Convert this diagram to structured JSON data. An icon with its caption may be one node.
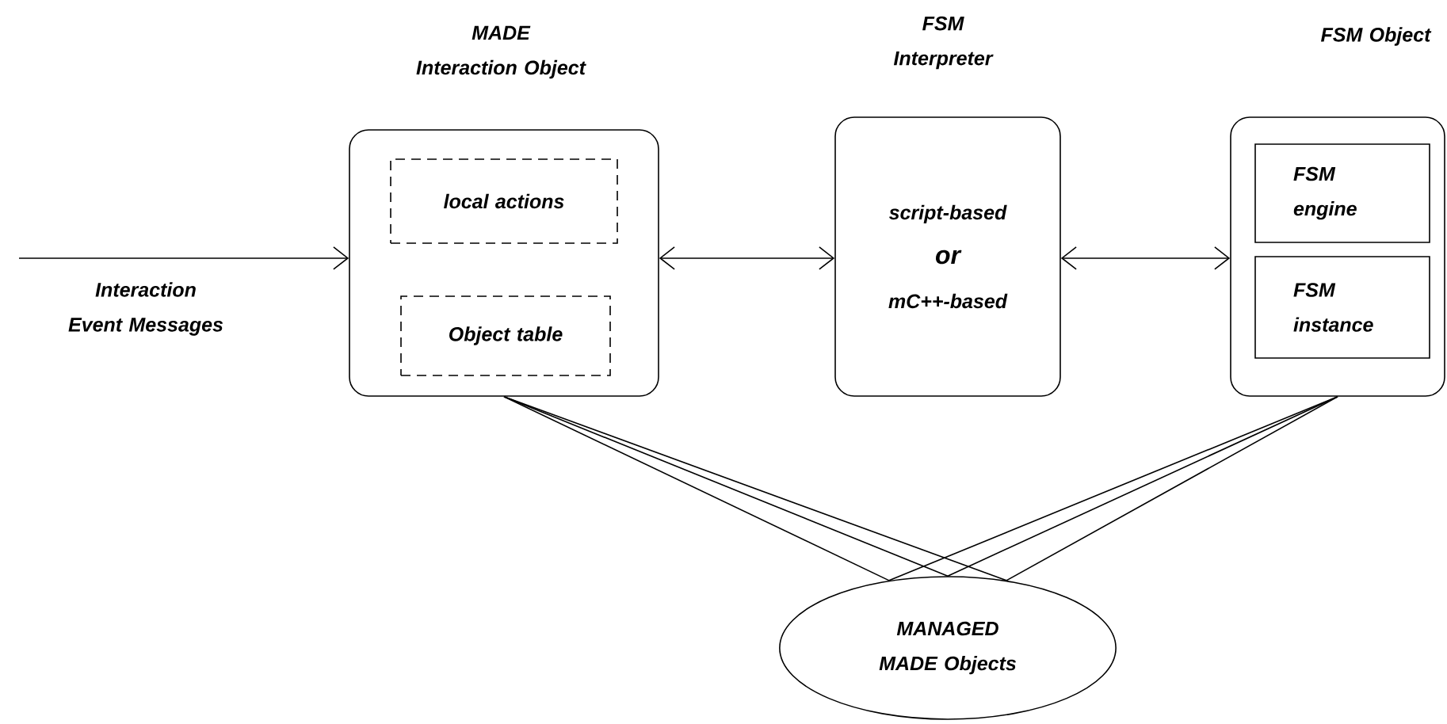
{
  "diagram": {
    "nodes": [
      {
        "text": [
          "MADE Interaction Object"
        ]
      },
      {
        "text": [
          "local actions"
        ],
        "in": 0
      },
      {
        "text": [
          "Object table"
        ],
        "in": 0
      },
      {
        "text": [
          "FSM Interpreter",
          "script-based",
          "or",
          "mC++-based"
        ]
      },
      {
        "text": [
          "FSM Object"
        ]
      },
      {
        "text": [
          "FSM engine"
        ],
        "in": 4
      },
      {
        "text": [
          "FSM instance"
        ],
        "in": 4
      },
      {
        "text": [
          "MANAGED MADE Objects"
        ]
      }
    ],
    "edges": [
      {
        "from": null,
        "to": 0,
        "arrow": "to",
        "label": "Interaction Event Messages"
      },
      {
        "from": 0,
        "to": 3,
        "arrow": "both"
      },
      {
        "from": 3,
        "to": 4,
        "arrow": "both"
      },
      {
        "from": 0,
        "to": 7,
        "arrow": "none"
      },
      {
        "from": 0,
        "to": 7,
        "arrow": "none"
      },
      {
        "from": 0,
        "to": 7,
        "arrow": "none"
      },
      {
        "from": 4,
        "to": 7,
        "arrow": "none"
      },
      {
        "from": 4,
        "to": 7,
        "arrow": "none"
      },
      {
        "from": 4,
        "to": 7,
        "arrow": "none"
      }
    ]
  }
}
